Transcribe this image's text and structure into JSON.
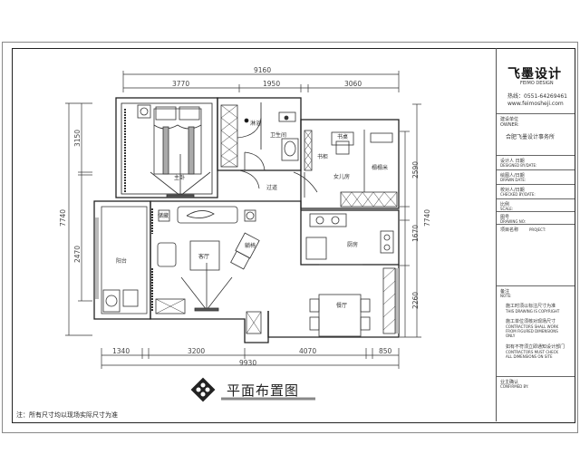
{
  "drawing": {
    "title": "平面布置图",
    "footnote": "注：所有尺寸均以现场实际尺寸为准"
  },
  "dimensions": {
    "top_total": "9160",
    "top_segments": [
      "3770",
      "1950",
      "3060"
    ],
    "bottom_total": "9930",
    "bottom_segments": [
      "1340",
      "3200",
      "4070",
      "850"
    ],
    "left_total": "7740",
    "left_segments": [
      "3150",
      "2470"
    ],
    "right_total": "7740",
    "right_segments": [
      "2590",
      "1670",
      "2260"
    ]
  },
  "rooms": {
    "master_bedroom": "主卧",
    "shower": "淋浴",
    "bathroom": "卫生间",
    "corridor": "过道",
    "study_desk": "书桌",
    "bookcase": "书柜",
    "girls_room": "女儿房",
    "bed": "榻榻米",
    "balcony": "阳台",
    "living_room": "客厅",
    "lounge_chair": "躺椅",
    "storage": "储藏",
    "kitchen": "厨房",
    "dining_room": "餐厅"
  },
  "title_block": {
    "brand": "飞墨设计",
    "brand_en": "FEIMO DESIGN",
    "phone": "热线：0551-64269461",
    "website": "www.feimosheji.com",
    "client_label": "建设单位",
    "client_label_en": "OWNER:",
    "client_value": "合肥飞墨设计事务所",
    "designer_label": "设计人  日期",
    "designer_label_en": "DESIGNED BY/DATE:",
    "drawn_label": "绘图人/日期",
    "drawn_label_en": "DRAWN DATE:",
    "checked_label": "校对人/日期",
    "checked_label_en": "CHECKED BY/DATE:",
    "scale_label": "比例",
    "scale_label_en": "SCALE:",
    "drawing_no_label": "图号",
    "drawing_no_label_en": "DRAWING NO:",
    "project_label": "项目名称",
    "project_label_en": "PROJECT:",
    "notes_label": "备注",
    "notes_label_en": "NOTE:",
    "note1_cn": "施工时须以标注尺寸为准",
    "note1_en": "THIS DRAWING IS COPYRIGHT",
    "note2_cn": "施工单位须核对现场尺寸",
    "note2_en_1": "CONTRACTORS SHALL WORK",
    "note2_en_2": "FROM FIGURED DIMENSIONS",
    "note2_en_3": "ONLY",
    "note3_cn": "如有不符须立即通知设计部门",
    "note3_en_1": "CONTRACTORS MUST CHECK",
    "note3_en_2": "ALL DIMENSIONS ON SITE",
    "confirm_label": "业主确认",
    "confirm_label_en": "CONFIRMED BY:"
  }
}
